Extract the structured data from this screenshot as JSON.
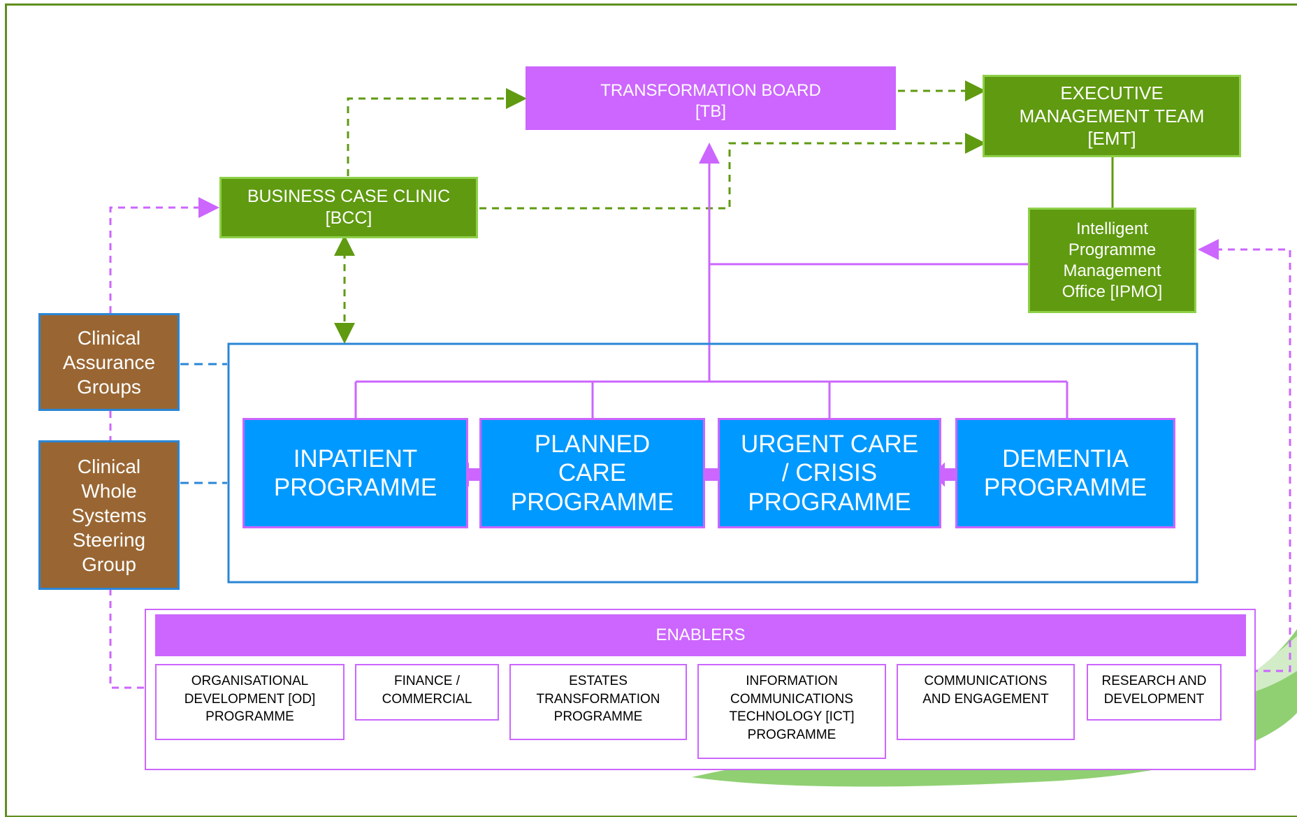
{
  "colors": {
    "frame": "#5f8f1f",
    "governance_green": "#5f9a10",
    "governance_green_border": "#8fd04a",
    "board_pink": "#cc66ff",
    "programme_blue": "#0099ff",
    "assurance_brown": "#996633",
    "watermark_green": "#66bb44"
  },
  "governance": {
    "transformation_board": {
      "line1": "TRANSFORMATION BOARD",
      "line2": "[TB]"
    },
    "executive_team": {
      "line1": "EXECUTIVE",
      "line2": "MANAGEMENT TEAM",
      "line3": "[EMT]"
    },
    "business_case_clinic": {
      "line1": "BUSINESS CASE CLINIC",
      "line2": "[BCC]"
    },
    "ipmo": {
      "line1": "Intelligent",
      "line2": "Programme",
      "line3": "Management",
      "line4": "Office [IPMO]"
    }
  },
  "assurance": {
    "clinical_assurance": {
      "line1": "Clinical",
      "line2": "Assurance",
      "line3": "Groups"
    },
    "whole_systems": {
      "line1": "Clinical",
      "line2": "Whole",
      "line3": "Systems",
      "line4": "Steering",
      "line5": "Group"
    }
  },
  "programmes": [
    {
      "line1": "INPATIENT",
      "line2": "PROGRAMME"
    },
    {
      "line1": "PLANNED",
      "line2": "CARE",
      "line3": "PROGRAMME"
    },
    {
      "line1": "URGENT CARE",
      "line2": "/ CRISIS",
      "line3": "PROGRAMME"
    },
    {
      "line1": "DEMENTIA",
      "line2": "PROGRAMME"
    }
  ],
  "enablers": {
    "header": "ENABLERS",
    "items": [
      {
        "line1": "ORGANISATIONAL",
        "line2": "DEVELOPMENT [OD]",
        "line3": "PROGRAMME"
      },
      {
        "line1": "FINANCE /",
        "line2": "COMMERCIAL"
      },
      {
        "line1": "ESTATES",
        "line2": "TRANSFORMATION",
        "line3": "PROGRAMME"
      },
      {
        "line1": "INFORMATION",
        "line2": "COMMUNICATIONS",
        "line3": "TECHNOLOGY [ICT]",
        "line4": "PROGRAMME"
      },
      {
        "line1": "COMMUNICATIONS",
        "line2": "AND ENGAGEMENT"
      },
      {
        "line1": "RESEARCH AND",
        "line2": "DEVELOPMENT"
      }
    ]
  }
}
